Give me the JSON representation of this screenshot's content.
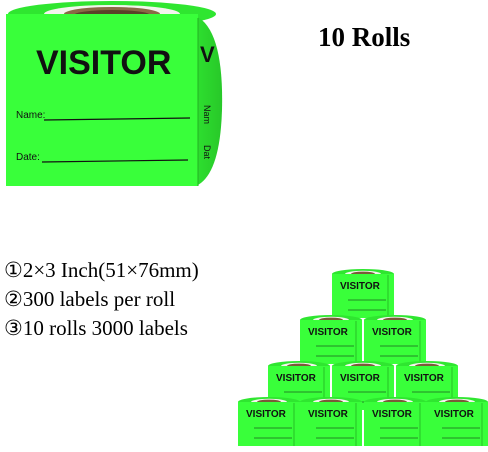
{
  "title": "10 Rolls",
  "label": {
    "heading": "VISITOR",
    "name_field": "Name:",
    "date_field": "Date:",
    "color": "#39ff3a"
  },
  "specs": [
    "①2×3 Inch(51×76mm)",
    "②300 labels per roll",
    "③10 rolls 3000 labels"
  ]
}
